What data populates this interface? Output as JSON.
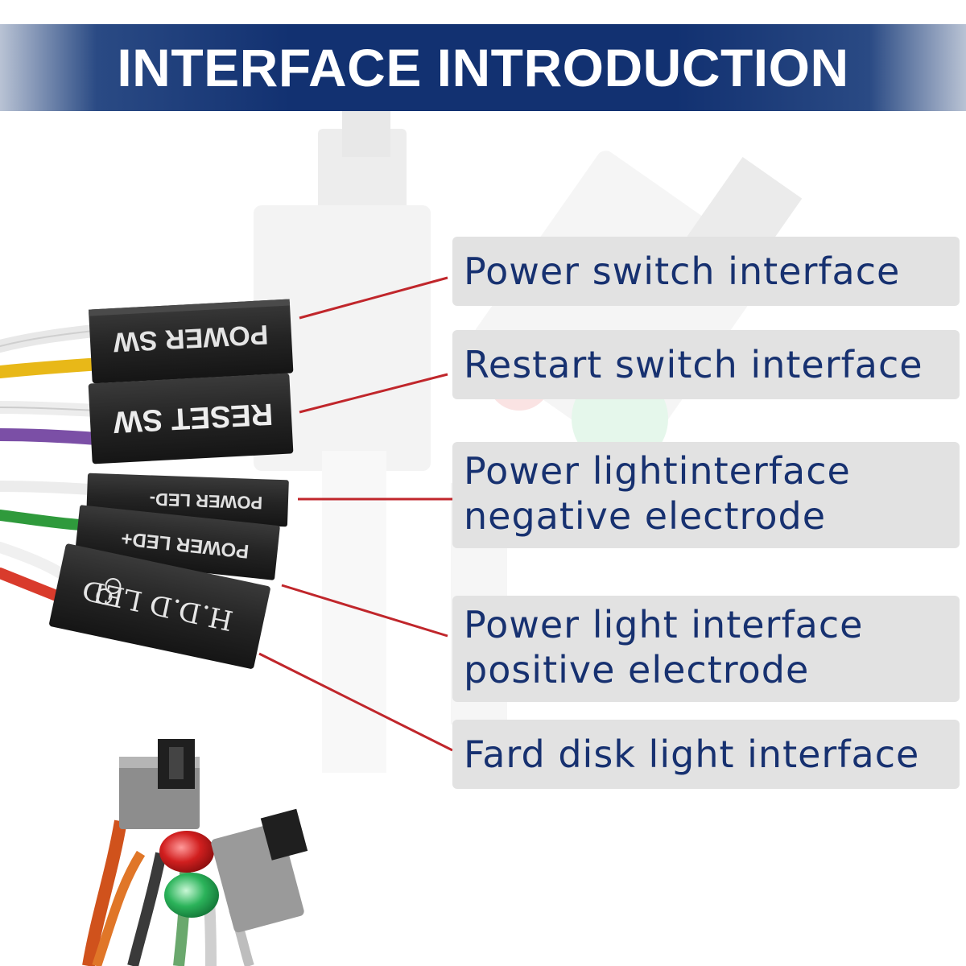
{
  "banner": {
    "title": "INTERFACE INTRODUCTION"
  },
  "connectors": {
    "power_sw": "POWER SW",
    "reset_sw": "RESET SW",
    "power_led_minus": "POWER LED-",
    "power_led_plus": "POWER LED+",
    "hdd_led": "H.D.D LED"
  },
  "labels": [
    {
      "lines": [
        "Power switch interface"
      ]
    },
    {
      "lines": [
        "Restart switch interface"
      ]
    },
    {
      "lines": [
        "Power lightinterface",
        "negative electrode"
      ]
    },
    {
      "lines": [
        "Power light interface",
        "positive electrode"
      ]
    },
    {
      "lines": [
        "Fard disk light interface"
      ]
    }
  ],
  "colors": {
    "banner": "#123171",
    "label_text": "#173170",
    "label_bg": "#e2e2e2",
    "pointer": "#c0262b",
    "connector": "#262626"
  }
}
